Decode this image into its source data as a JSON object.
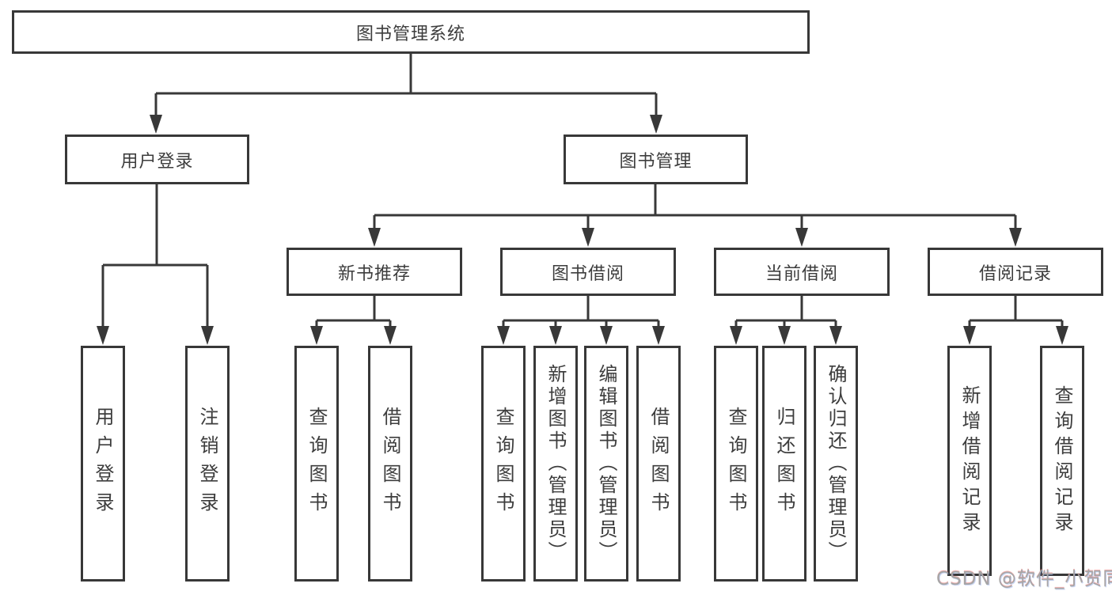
{
  "diagram": {
    "type": "hierarchy-tree",
    "title": "图书管理系统",
    "colors": {
      "line": "#383838",
      "box_border": "#383838",
      "box_background": "#ffffff",
      "text": "#3d3d3d",
      "watermark_text": "#a6a6a6"
    },
    "root": {
      "label": "图书管理系统"
    },
    "level2": [
      {
        "label": "用户登录"
      },
      {
        "label": "图书管理"
      }
    ],
    "level3": [
      {
        "label": "新书推荐"
      },
      {
        "label": "图书借阅"
      },
      {
        "label": "当前借阅"
      },
      {
        "label": "借阅记录"
      }
    ],
    "leaves": [
      {
        "label": "用户登录"
      },
      {
        "label": "注销登录"
      },
      {
        "label": "查询图书"
      },
      {
        "label": "借阅图书"
      },
      {
        "label": "查询图书"
      },
      {
        "label": "新增图书（管理员）"
      },
      {
        "label": "编辑图书（管理员）"
      },
      {
        "label": "借阅图书"
      },
      {
        "label": "查询图书"
      },
      {
        "label": "归还图书"
      },
      {
        "label": "确认归还（管理员）"
      },
      {
        "label": "新增借阅记录"
      },
      {
        "label": "查询借阅记录"
      }
    ],
    "edges": [
      {
        "from": "图书管理系统",
        "to": [
          "用户登录",
          "图书管理"
        ]
      },
      {
        "from": "用户登录",
        "to": [
          "用户登录",
          "注销登录"
        ]
      },
      {
        "from": "图书管理",
        "to": [
          "新书推荐",
          "图书借阅",
          "当前借阅",
          "借阅记录"
        ]
      },
      {
        "from": "新书推荐",
        "to": [
          "查询图书",
          "借阅图书"
        ]
      },
      {
        "from": "图书借阅",
        "to": [
          "查询图书",
          "新增图书（管理员）",
          "编辑图书（管理员）",
          "借阅图书"
        ]
      },
      {
        "from": "当前借阅",
        "to": [
          "查询图书",
          "归还图书",
          "确认归还（管理员）"
        ]
      },
      {
        "from": "借阅记录",
        "to": [
          "新增借阅记录",
          "查询借阅记录"
        ]
      }
    ],
    "watermark": "CSDN @软件_小贺同学"
  }
}
